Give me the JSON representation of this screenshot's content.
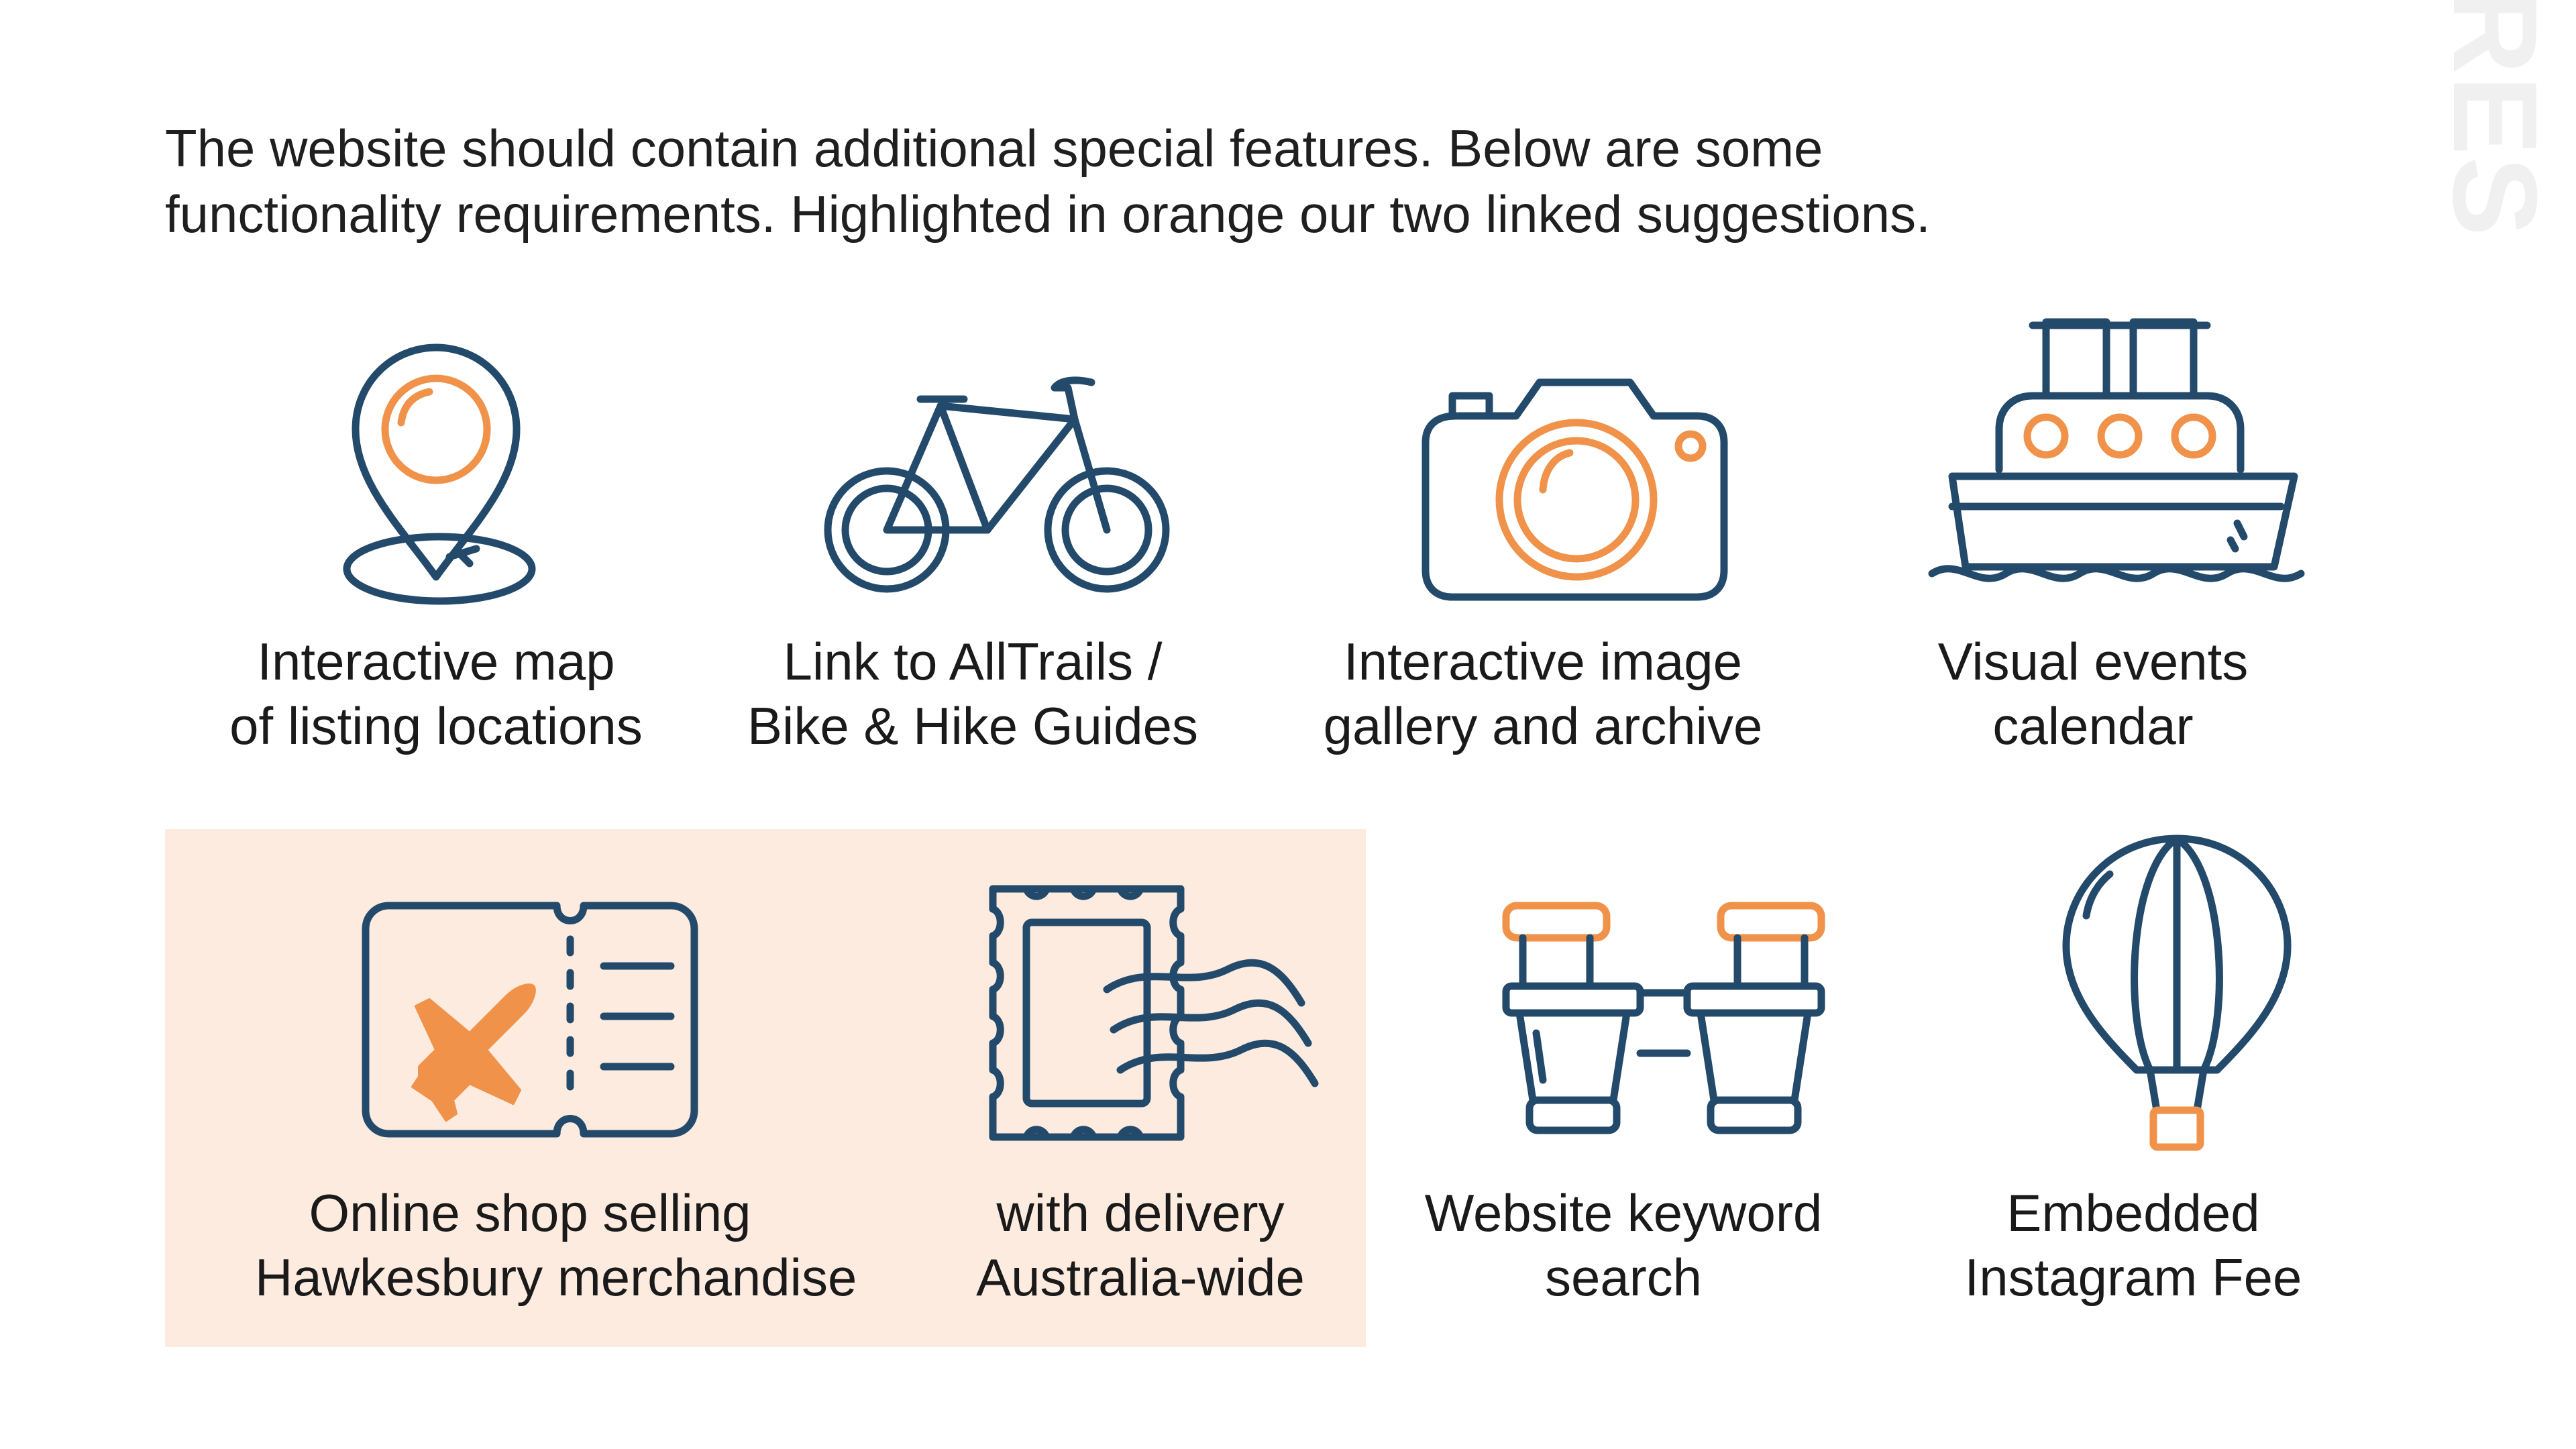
{
  "intro": {
    "line1": "The website should contain additional special features. Below are some",
    "line2": "functionality requirements. Highlighted in orange our two linked suggestions."
  },
  "side_title": "WEBSITE FEATURES",
  "colors": {
    "navy": "#234a6b",
    "orange": "#f0924a",
    "highlight": "#fdebdf",
    "side_title": "#f0f0f0"
  },
  "features": [
    {
      "icon": "map-pin-icon",
      "line1": "Interactive map",
      "line2": "of listing locations",
      "highlighted": false
    },
    {
      "icon": "bicycle-icon",
      "line1": "Link to AllTrails /",
      "line2": "Bike & Hike Guides",
      "highlighted": false
    },
    {
      "icon": "camera-icon",
      "line1": "Interactive image",
      "line2": "gallery and archive",
      "highlighted": false
    },
    {
      "icon": "ship-icon",
      "line1": "Visual events",
      "line2": "calendar",
      "highlighted": false
    },
    {
      "icon": "plane-ticket-icon",
      "line1": "Online shop selling",
      "line2": "Hawkesbury merchandise",
      "highlighted": true
    },
    {
      "icon": "postage-stamp-icon",
      "line1": "with delivery",
      "line2": "Australia-wide",
      "highlighted": true
    },
    {
      "icon": "binoculars-icon",
      "line1": "Website keyword",
      "line2": "search",
      "highlighted": false
    },
    {
      "icon": "hot-air-balloon-icon",
      "line1": "Embedded",
      "line2": "Instagram Fee",
      "highlighted": false
    }
  ]
}
